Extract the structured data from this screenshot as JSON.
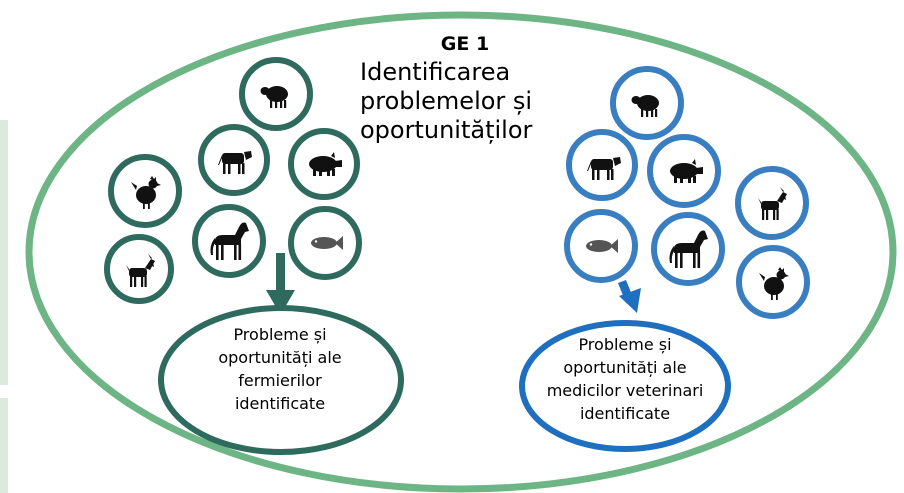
{
  "title": "GE 1",
  "subtitle_lines": [
    "Identificarea",
    "problemelor și",
    "oportunităților"
  ],
  "farmers_box": {
    "lines": [
      "Probleme și",
      "oportunități ale",
      "fermierilor",
      "identificate"
    ],
    "color": "#2e6b5e"
  },
  "vets_box": {
    "lines": [
      "Probleme și",
      "oportunități ale",
      "medicilor veterinari",
      "identificate"
    ],
    "color": "#1f6fc0"
  },
  "outer_ellipse_color": "#6db585",
  "farmers_animal_ring_color": "#2e6b5e",
  "vets_animal_ring_color": "#3a7ec2",
  "farmers_animals": [
    "sheep-icon",
    "cow-icon",
    "pig-icon",
    "chicken-icon",
    "horse-icon",
    "fish-icon",
    "goat-icon"
  ],
  "vets_animals": [
    "sheep-icon",
    "cow-icon",
    "pig-icon",
    "goat-icon",
    "fish-icon",
    "horse-icon",
    "chicken-icon"
  ]
}
